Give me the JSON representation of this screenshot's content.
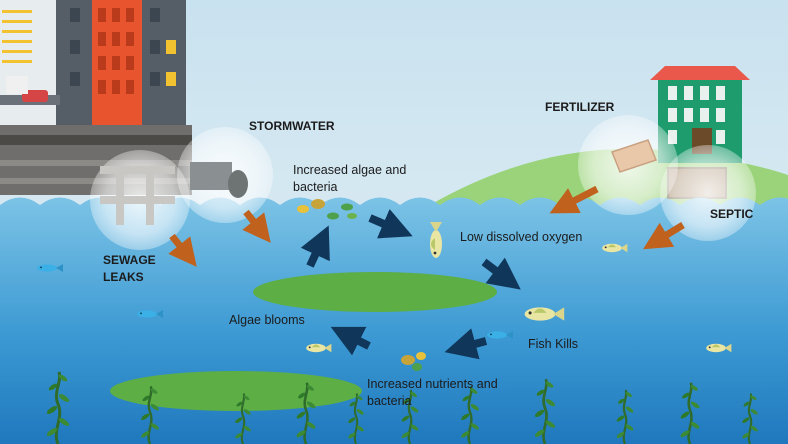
{
  "labels": {
    "stormwater": "STORMWATER",
    "fertilizer": "FERTILIZER",
    "septic": "SEPTIC",
    "sewage_leaks_1": "SEWAGE",
    "sewage_leaks_2": "LEAKS",
    "increased_algae_1": "Increased algae and",
    "increased_algae_2": "bacteria",
    "low_oxygen": "Low dissolved oxygen",
    "algae_blooms": "Algae blooms",
    "fish_kills": "Fish Kills",
    "increased_nutrients_1": "Increased nutrients and",
    "increased_nutrients_2": "bacteria"
  },
  "colors": {
    "sky": "#d3e8f1",
    "water_top": "#6ab8e0",
    "water_bottom": "#2a86c6",
    "hill": "#9ad37a",
    "algae": "#5cae45",
    "source_arrow": "#c0611e",
    "cycle_arrow": "#10365a",
    "seaweed": "#2f6b2a"
  }
}
